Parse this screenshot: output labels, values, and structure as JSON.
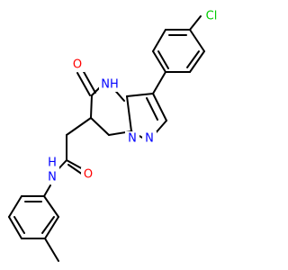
{
  "molecule": {
    "atoms": [
      {
        "id": "Cl",
        "label": "Cl",
        "color": "#00cc00"
      },
      {
        "id": "NH",
        "label": "NH",
        "color": "#0000ff"
      },
      {
        "id": "O1",
        "label": "O",
        "color": "#ff0000"
      },
      {
        "id": "N3",
        "label": "N",
        "color": "#0000ff"
      },
      {
        "id": "N4",
        "label": "N",
        "color": "#0000ff"
      },
      {
        "id": "NH2",
        "label": "N",
        "color": "#0000ff"
      },
      {
        "id": "H2",
        "label": "H",
        "color": "#0000ff"
      },
      {
        "id": "O2",
        "label": "O",
        "color": "#ff0000"
      }
    ],
    "colors": {
      "bond": "#000000",
      "background": "#ffffff"
    }
  }
}
